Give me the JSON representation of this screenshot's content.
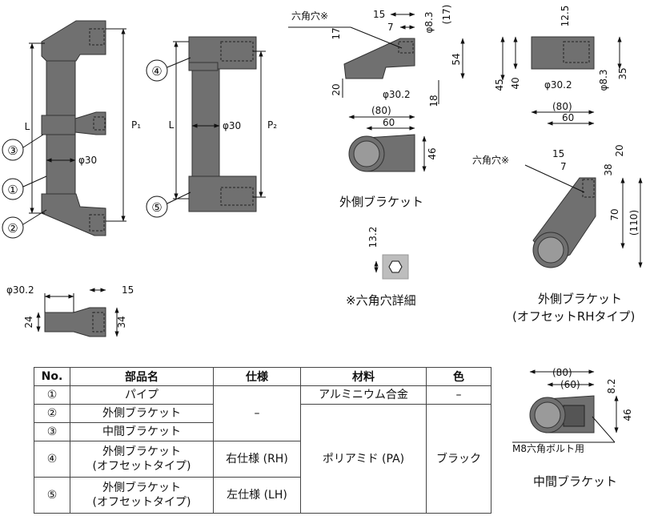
{
  "labels": {
    "hex_hole": "六角穴※",
    "hex_hole_2": "六角穴※",
    "outer_bracket": "外側ブラケット",
    "hex_detail": "※六角穴詳細",
    "offset_bracket_l1": "外側ブラケット",
    "offset_bracket_l2": "(オフセットRHタイプ)",
    "middle_bracket": "中間ブラケット",
    "m8_bolt": "M8六角ボルト用"
  },
  "dims": {
    "L_1": "L",
    "P1": "P₁",
    "phi30_1": "φ30",
    "L_2": "L",
    "P2": "P₂",
    "phi30_2": "φ30",
    "ob_15": "15",
    "ob_7": "7",
    "ob_17v": "17",
    "ob_phi83": "φ8.3",
    "ob_17p": "(17)",
    "ob_54": "54",
    "ob_20": "20",
    "ob_phi302": "φ30.2",
    "ob_18": "18",
    "ob_80": "(80)",
    "ob_60": "60",
    "ob_46": "46",
    "tr_125": "12.5",
    "tr_45": "45",
    "tr_40": "40",
    "tr_phi302": "φ30.2",
    "tr_phi83": "φ8.3",
    "tr_35": "35",
    "off_80": "(80)",
    "off_60": "60",
    "off_15": "15",
    "off_7": "7",
    "off_20": "20",
    "off_38": "38",
    "off_70": "70",
    "off_110": "(110)",
    "hex_132": "13.2",
    "mb_phi302": "φ30.2",
    "mb_15": "15",
    "mb_24": "24",
    "mb_34": "34",
    "mc_80": "(80)",
    "mc_60": "(60)",
    "mc_82": "8.2",
    "mc_46": "46"
  },
  "callouts": [
    "①",
    "②",
    "③",
    "④",
    "⑤"
  ],
  "table": {
    "headers": [
      "No.",
      "部品名",
      "仕様",
      "材料",
      "色"
    ],
    "rows": [
      {
        "no": "①",
        "name": "パイプ",
        "spec": "–",
        "mat": "アルミニウム合金",
        "color": "–"
      },
      {
        "no": "②",
        "name": "外側ブラケット"
      },
      {
        "no": "③",
        "name": "中間ブラケット"
      },
      {
        "no": "④",
        "name": "外側ブラケット",
        "name2": "(オフセットタイプ)",
        "spec": "右仕様 (RH)",
        "mat": "ポリアミド (PA)",
        "color": "ブラック"
      },
      {
        "no": "⑤",
        "name": "外側ブラケット",
        "name2": "(オフセットタイプ)",
        "spec": "左仕様 (LH)"
      }
    ]
  },
  "colors": {
    "part_fill": "#6e6e6e",
    "part_dark": "#4a4a4a",
    "line": "#111111",
    "hex_bg": "#bdbdbd"
  }
}
